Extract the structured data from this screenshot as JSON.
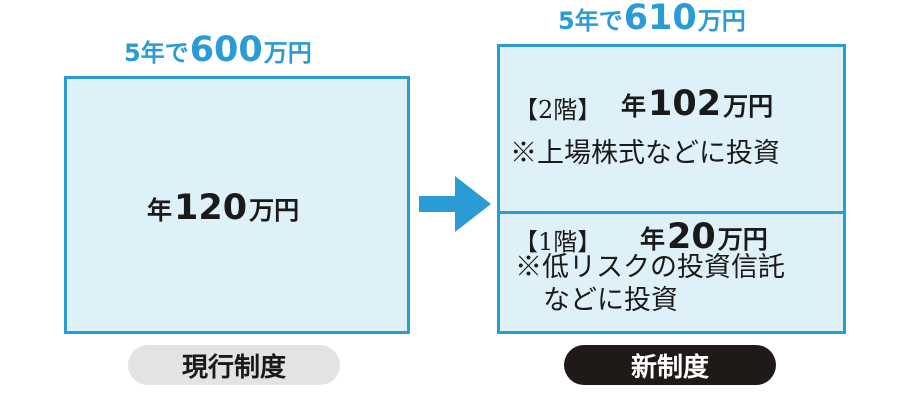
{
  "left": {
    "caption": {
      "prefix": "5年で",
      "number": "600",
      "unit": "万円"
    },
    "amount": {
      "prefix": "年",
      "number": "120",
      "unit": "万円"
    },
    "badge": "現行制度"
  },
  "right": {
    "caption": {
      "prefix": "5年で",
      "number": "610",
      "unit": "万円"
    },
    "floor2": {
      "label": "【2階】",
      "amount": {
        "prefix": "年",
        "number": "102",
        "unit": "万円"
      },
      "note": "※上場株式などに投資"
    },
    "floor1": {
      "label": "【1階】",
      "amount": {
        "prefix": "年",
        "number": "20",
        "unit": "万円"
      },
      "note_line1": "※低リスクの投資信託",
      "note_line2": "などに投資"
    },
    "badge": "新制度"
  },
  "colors": {
    "accent": "#2b9bd6",
    "box_fill": "#dff1f8",
    "dark_badge": "#1f1918",
    "light_badge": "#e3e3e3"
  }
}
